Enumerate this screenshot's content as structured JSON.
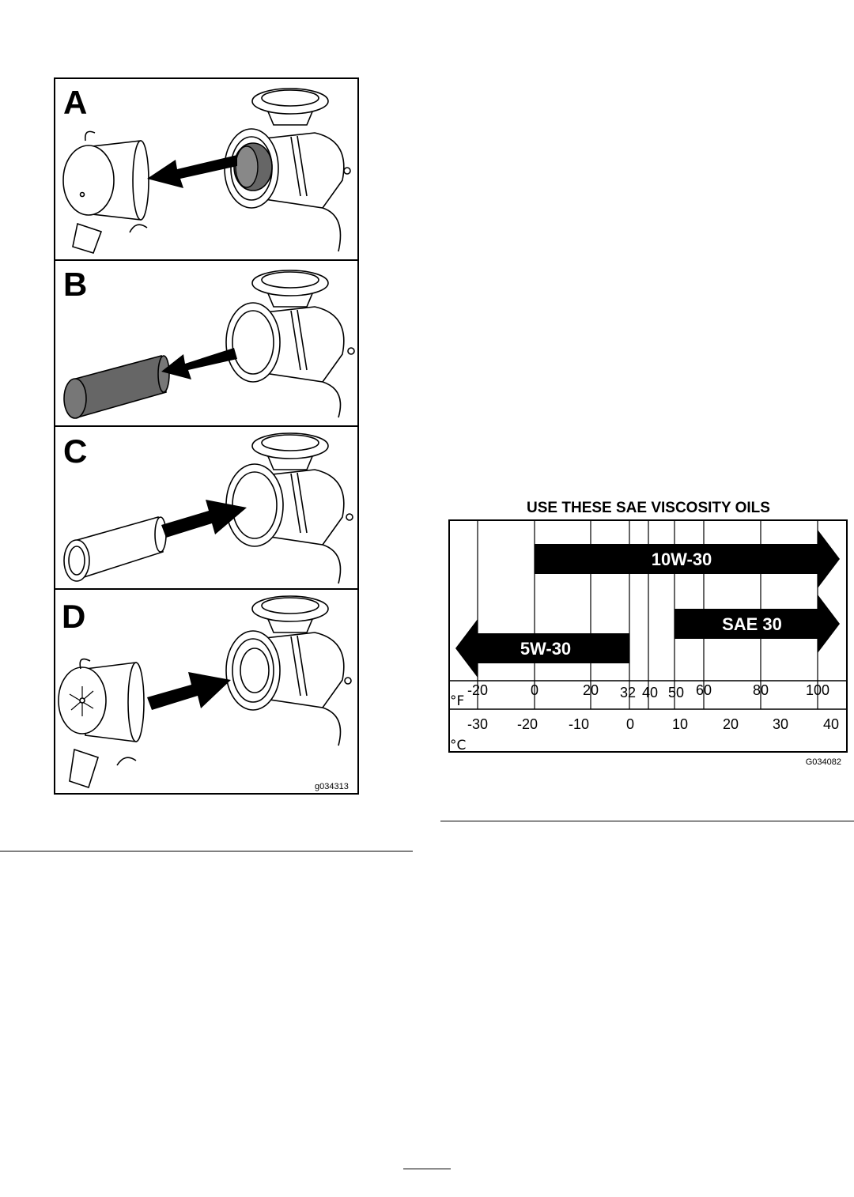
{
  "air_cleaner_figure": {
    "panels": [
      {
        "letter": "A"
      },
      {
        "letter": "B"
      },
      {
        "letter": "C"
      },
      {
        "letter": "D"
      }
    ],
    "figure_code": "g034313"
  },
  "oil_chart": {
    "title": "USE THESE SAE VISCOSITY OILS",
    "figure_code": "G034082",
    "bands": [
      {
        "label": "10W-30"
      },
      {
        "label": "SAE 30"
      },
      {
        "label": "5W-30"
      }
    ],
    "fahrenheit": {
      "unit": "°F",
      "ticks": [
        "-20",
        "0",
        "20",
        "32",
        "40",
        "50",
        "60",
        "80",
        "100"
      ]
    },
    "celsius": {
      "unit": "°C",
      "ticks": [
        "-30",
        "-20",
        "-10",
        "0",
        "10",
        "20",
        "30",
        "40"
      ]
    }
  },
  "chart_data": {
    "type": "bar",
    "title": "USE THESE SAE VISCOSITY OILS",
    "x_unit_primary": "°F",
    "x_unit_secondary": "°C",
    "x_ticks_f": [
      -20,
      0,
      20,
      32,
      40,
      50,
      60,
      80,
      100
    ],
    "x_ticks_c": [
      -30,
      -20,
      -10,
      0,
      10,
      20,
      30,
      40
    ],
    "series": [
      {
        "name": "10W-30",
        "from_f": 0,
        "to_f": 100,
        "open_end": "right"
      },
      {
        "name": "SAE 30",
        "from_f": 50,
        "to_f": 100,
        "open_end": "right"
      },
      {
        "name": "5W-30",
        "from_f": -20,
        "to_f": 32,
        "open_end": "left"
      }
    ]
  }
}
